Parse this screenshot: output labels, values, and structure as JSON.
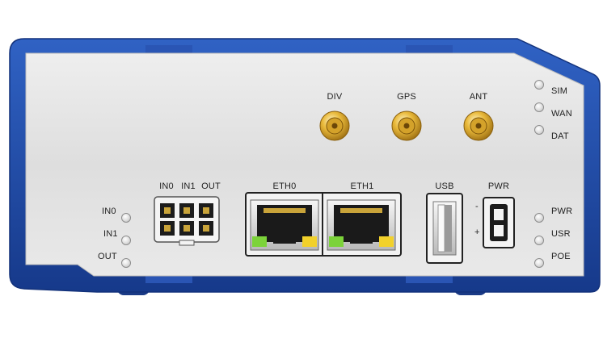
{
  "device": {
    "frame_color": "#1f4aa6",
    "panel_color": "#e3e3e3"
  },
  "antennas": [
    {
      "id": "div",
      "label": "DIV"
    },
    {
      "id": "gps",
      "label": "GPS"
    },
    {
      "id": "ant",
      "label": "ANT"
    }
  ],
  "status_leds_top": [
    {
      "id": "sim",
      "label": "SIM"
    },
    {
      "id": "wan",
      "label": "WAN"
    },
    {
      "id": "dat",
      "label": "DAT"
    }
  ],
  "status_leds_bottom": [
    {
      "id": "pwr",
      "label": "PWR"
    },
    {
      "id": "usr",
      "label": "USR"
    },
    {
      "id": "poe",
      "label": "POE"
    }
  ],
  "io_leds": [
    {
      "id": "in0",
      "label": "IN0"
    },
    {
      "id": "in1",
      "label": "IN1"
    },
    {
      "id": "out",
      "label": "OUT"
    }
  ],
  "io_connector": {
    "labels": [
      "IN0",
      "IN1",
      "OUT"
    ]
  },
  "ports": {
    "eth0": "ETH0",
    "eth1": "ETH1",
    "usb": "USB",
    "pwr": "PWR",
    "pwr_minus": "-",
    "pwr_plus": "+"
  },
  "eth_led_colors": {
    "link": "#7cd33a",
    "activity": "#f2d12b"
  }
}
